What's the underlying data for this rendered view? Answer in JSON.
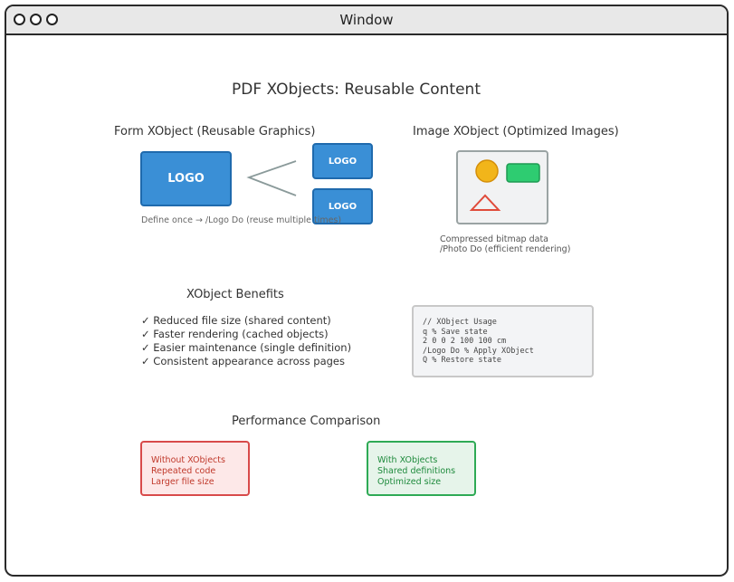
{
  "window": {
    "title": "Window"
  },
  "diagram": {
    "title": "PDF XObjects: Reusable Content",
    "form_xobject": {
      "heading": "Form XObject (Reusable Graphics)",
      "main_logo": "LOGO",
      "copy_logo_1": "LOGO",
      "copy_logo_2": "LOGO",
      "caption": "Define once → /Logo Do (reuse multiple times)"
    },
    "image_xobject": {
      "heading": "Image XObject (Optimized Images)",
      "caption_line1": "Compressed bitmap data",
      "caption_line2": "/Photo Do (efficient rendering)"
    },
    "benefits": {
      "heading": "XObject Benefits",
      "items": [
        "✓ Reduced file size (shared content)",
        "✓ Faster rendering (cached objects)",
        "✓ Easier maintenance (single definition)",
        "✓ Consistent appearance across pages"
      ]
    },
    "code": {
      "lines": [
        "// XObject Usage",
        "q  % Save state",
        "2 0 0 2 100 100 cm",
        "/Logo Do  % Apply XObject",
        "Q  % Restore state"
      ]
    },
    "performance": {
      "heading": "Performance Comparison",
      "without": [
        "Without XObjects",
        "Repeated code",
        "Larger file size"
      ],
      "with": [
        "With XObjects",
        "Shared definitions",
        "Optimized size"
      ]
    },
    "colors": {
      "logo_blue": "#3a8fd6",
      "shape_yellow": "#f2b51a",
      "shape_green": "#2ecc71",
      "shape_red": "#e04b3a",
      "bad_red": "#d84a4a",
      "good_green": "#2eaa55"
    }
  }
}
